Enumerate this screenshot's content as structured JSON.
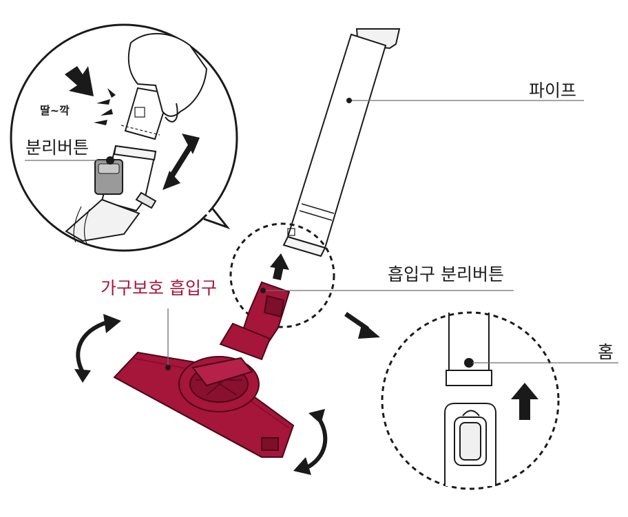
{
  "labels": {
    "pipe": "파이프",
    "nozzle_release_button": "흡입구 분리버튼",
    "groove": "홈",
    "furniture_nozzle": "가구보호 흡입구",
    "release_button": "분리버튼",
    "click_sound": "딸~깍"
  },
  "colors": {
    "nozzle": "#a6153a",
    "nozzle_dark": "#7d0f2b",
    "line": "#1a1a1a",
    "leader": "#6d6d6d"
  },
  "icons": [
    "curved-rotate-arrow-icon",
    "double-arrow-icon",
    "up-arrow-icon",
    "push-arrow-icon"
  ]
}
